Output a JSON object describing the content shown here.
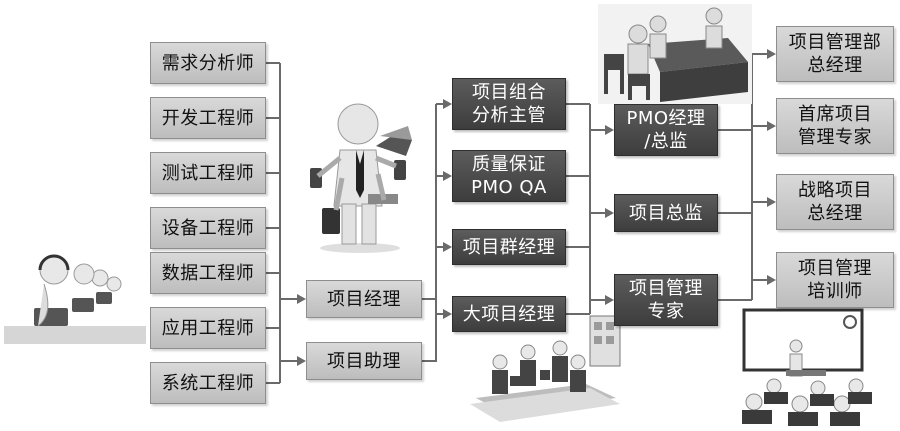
{
  "colors": {
    "light_box": "#c8c8c8",
    "dark_box": "#474747",
    "connector": "#6a6a6a",
    "background": "#ffffff"
  },
  "engineers": [
    "需求分析师",
    "开发工程师",
    "测试工程师",
    "设备工程师",
    "数据工程师",
    "应用工程师",
    "系统工程师"
  ],
  "project_roles": {
    "manager": "项目经理",
    "assistant": "项目助理"
  },
  "middle_roles": [
    "项目组合\n分析主管",
    "质量保证\nPMO QA",
    "项目群经理",
    "大项目经理"
  ],
  "pmo_roles": [
    "PMO经理\n/总监",
    "项目总监",
    "项目管理\n专家"
  ],
  "executive_roles": [
    "项目管理部\n总经理",
    "首席项目\n管理专家",
    "战略项目\n总经理",
    "项目管理\n培训师"
  ],
  "illustrations": [
    "call-center-operators",
    "multitasking-manager",
    "meeting-table",
    "office-team-workstations",
    "training-classroom"
  ]
}
